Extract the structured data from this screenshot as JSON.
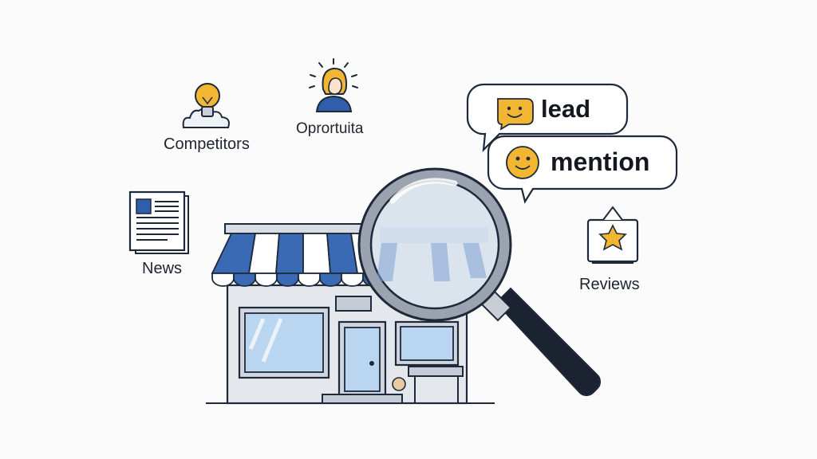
{
  "labels": {
    "competitors": "Competitors",
    "opportunities": "Oprortuita",
    "news": "News",
    "reviews": "Reviews"
  },
  "bubbles": {
    "lead": "lead",
    "mention": "mention"
  },
  "colors": {
    "awning_blue": "#3a6ab4",
    "accent_yellow": "#f2b632",
    "outline": "#1e2a3a",
    "glass": "#b9d5ef",
    "wall": "#e4e7ec",
    "handle": "#1b2330"
  },
  "icons": [
    "lightbulb-icon",
    "person-idea-icon",
    "newspaper-icon",
    "star-book-icon",
    "smiley-icon",
    "magnifying-glass-icon",
    "storefront-icon"
  ]
}
